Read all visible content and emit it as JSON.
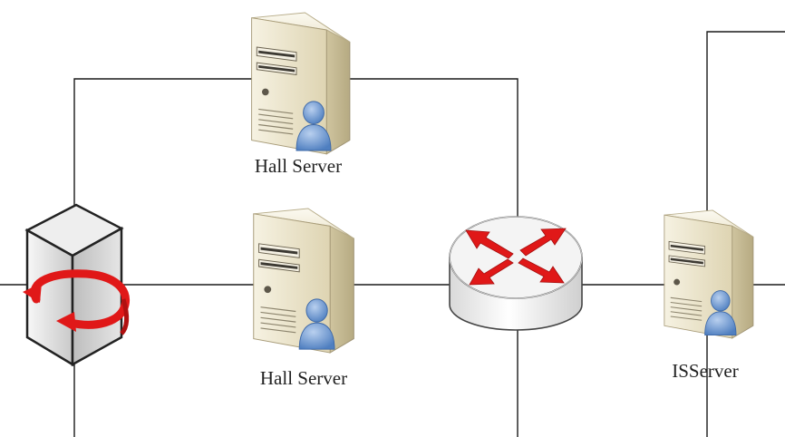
{
  "diagram": {
    "nodes": [
      {
        "id": "hall-server-top",
        "kind": "server-with-user",
        "label": "Hall Server"
      },
      {
        "id": "hall-server-middle",
        "kind": "server-with-user",
        "label": "Hall Server"
      },
      {
        "id": "gateway",
        "kind": "switch-cube",
        "label": ""
      },
      {
        "id": "router",
        "kind": "router",
        "label": ""
      },
      {
        "id": "is-server",
        "kind": "server-with-user",
        "label": "ISServer"
      }
    ],
    "colors": {
      "line": "#1a1a1a",
      "server_body": "#e8e1c8",
      "server_side": "#c9bf9b",
      "user": "#6f98cf",
      "arrow": "#e01818",
      "router_body": "#e9e9e9",
      "cube_body": "#dcdcdc"
    }
  }
}
